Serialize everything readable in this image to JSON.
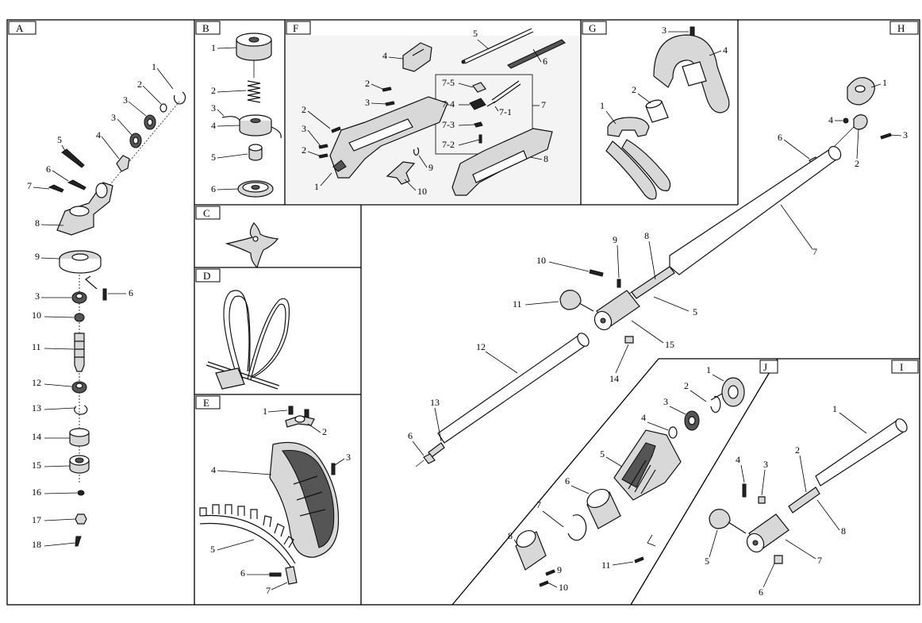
{
  "panels": {
    "A": {
      "tag": "A",
      "labels": [
        "1",
        "2",
        "3",
        "3",
        "4",
        "5",
        "6",
        "7",
        "8",
        "9",
        "6",
        "3",
        "10",
        "11",
        "12",
        "13",
        "14",
        "15",
        "16",
        "17",
        "18"
      ]
    },
    "B": {
      "tag": "B",
      "labels": [
        "1",
        "2",
        "3",
        "4",
        "5",
        "6"
      ]
    },
    "C": {
      "tag": "C"
    },
    "D": {
      "tag": "D"
    },
    "E": {
      "tag": "E",
      "labels": [
        "1",
        "2",
        "3",
        "4",
        "5",
        "6",
        "7"
      ]
    },
    "F": {
      "tag": "F",
      "labels": [
        "1",
        "2",
        "3",
        "2",
        "2",
        "3",
        "4",
        "5",
        "6",
        "7-5",
        "7-4",
        "7-1",
        "7-3",
        "7-2",
        "7",
        "8",
        "9",
        "10"
      ]
    },
    "G": {
      "tag": "G",
      "labels": [
        "3",
        "4",
        "2",
        "1"
      ]
    },
    "H": {
      "tag": "H",
      "labels": [
        "1",
        "4",
        "3",
        "2",
        "6",
        "7",
        "8",
        "9",
        "10",
        "11",
        "5",
        "15",
        "14",
        "12",
        "13",
        "6"
      ]
    },
    "J": {
      "tag": "J",
      "labels": [
        "1",
        "2",
        "3",
        "4",
        "5",
        "6",
        "7",
        "8",
        "9",
        "10",
        "11"
      ]
    },
    "I": {
      "tag": "I",
      "labels": [
        "1",
        "2",
        "3",
        "4",
        "5",
        "6",
        "7",
        "8"
      ]
    }
  }
}
